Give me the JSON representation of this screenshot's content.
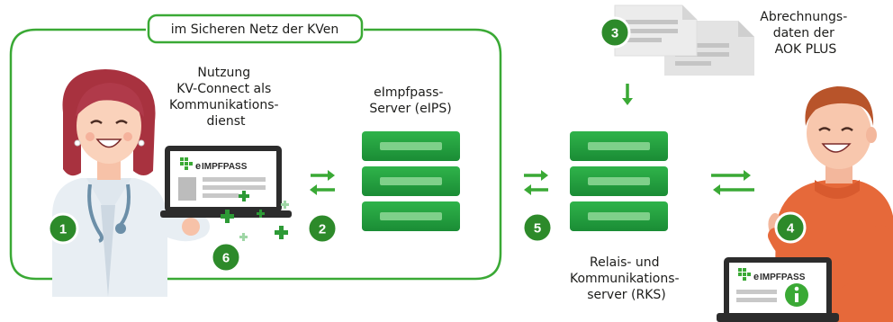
{
  "secure_net_label": "im Sicheren Netz der KVen",
  "kv_connect_label": [
    "Nutzung",
    "KV-Connect als",
    "Kommunikations-",
    "dienst"
  ],
  "eips_label": [
    "eImpfpass-",
    "Server (eIPS)"
  ],
  "rks_label": [
    "Relais- und",
    "Kommunikations-",
    "server (RKS)"
  ],
  "billing_label": [
    "Abrechnungs-",
    "daten der",
    "AOK PLUS"
  ],
  "brand_text": "IMPFPASS",
  "brand_prefix": "e",
  "steps": [
    "1",
    "2",
    "3",
    "4",
    "5",
    "6"
  ],
  "colors": {
    "green": "#3aa935",
    "dark_green": "#2d8a2a",
    "server": "#1e9a3c",
    "doctor_hair": "#b03a4a",
    "patient_shirt": "#e6693a"
  },
  "icons": [
    "doctor-figure",
    "patient-figure",
    "laptop-icon",
    "server-icon",
    "document-icon",
    "info-icon",
    "plus-icon"
  ]
}
